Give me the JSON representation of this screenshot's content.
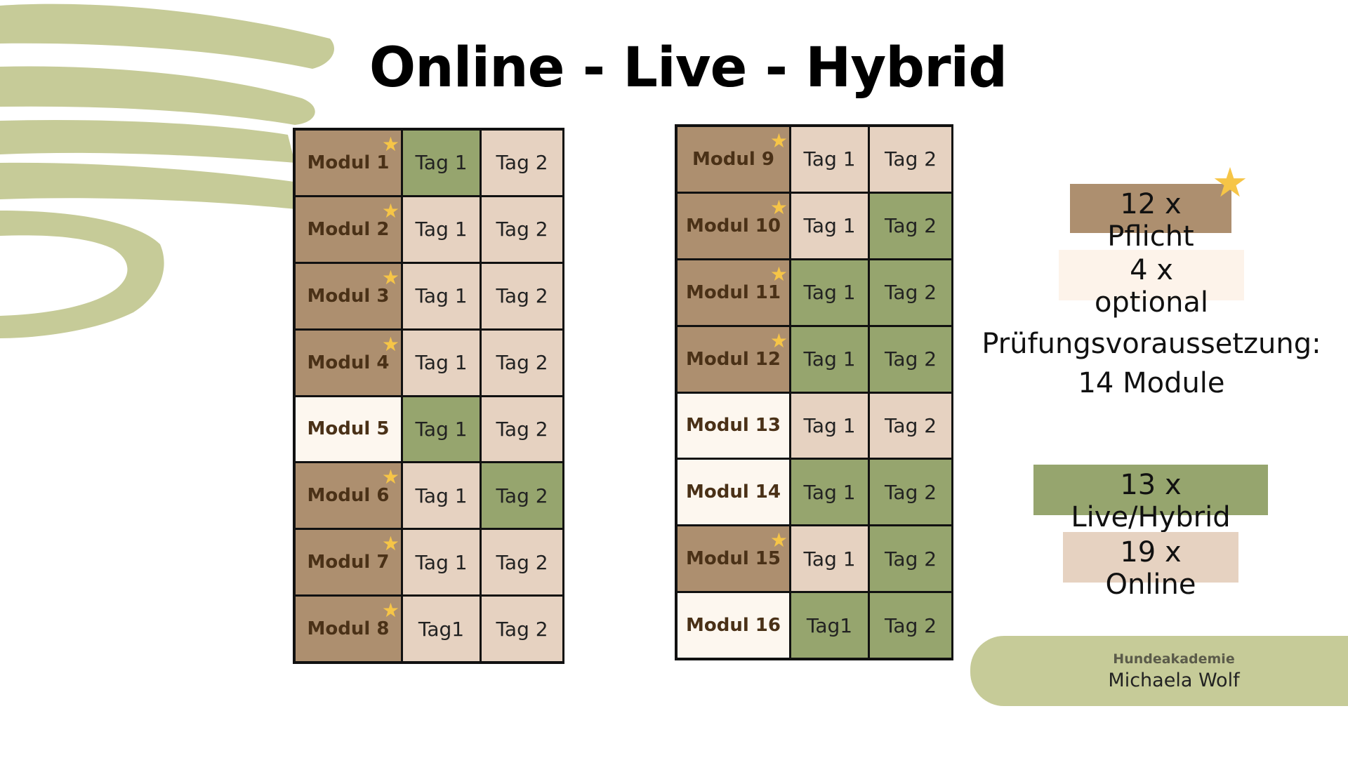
{
  "title": "Online - Live - Hybrid",
  "colors": {
    "pflicht": "#ad8f6f",
    "optional": "#fdf7ef",
    "online": "#e6d2c1",
    "live_hybrid": "#96a56e",
    "star": "#f6c547",
    "brush": "#c6cb98"
  },
  "modules_left": [
    {
      "name": "Modul 1",
      "type": "pflicht",
      "star": true,
      "day1": {
        "label": "Tag 1",
        "mode": "live"
      },
      "day2": {
        "label": "Tag 2",
        "mode": "online"
      }
    },
    {
      "name": "Modul 2",
      "type": "pflicht",
      "star": true,
      "day1": {
        "label": "Tag 1",
        "mode": "online"
      },
      "day2": {
        "label": "Tag 2",
        "mode": "online"
      }
    },
    {
      "name": "Modul 3",
      "type": "pflicht",
      "star": true,
      "day1": {
        "label": "Tag 1",
        "mode": "online"
      },
      "day2": {
        "label": "Tag 2",
        "mode": "online"
      }
    },
    {
      "name": "Modul 4",
      "type": "pflicht",
      "star": true,
      "day1": {
        "label": "Tag 1",
        "mode": "online"
      },
      "day2": {
        "label": "Tag 2",
        "mode": "online"
      }
    },
    {
      "name": "Modul 5",
      "type": "optional",
      "star": false,
      "day1": {
        "label": "Tag 1",
        "mode": "live"
      },
      "day2": {
        "label": "Tag 2",
        "mode": "online"
      }
    },
    {
      "name": "Modul 6",
      "type": "pflicht",
      "star": true,
      "day1": {
        "label": "Tag 1",
        "mode": "online"
      },
      "day2": {
        "label": "Tag 2",
        "mode": "live"
      }
    },
    {
      "name": "Modul 7",
      "type": "pflicht",
      "star": true,
      "day1": {
        "label": "Tag 1",
        "mode": "online"
      },
      "day2": {
        "label": "Tag 2",
        "mode": "online"
      }
    },
    {
      "name": "Modul 8",
      "type": "pflicht",
      "star": true,
      "day1": {
        "label": "Tag1",
        "mode": "online"
      },
      "day2": {
        "label": "Tag 2",
        "mode": "online"
      }
    }
  ],
  "modules_right": [
    {
      "name": "Modul 9",
      "type": "pflicht",
      "star": true,
      "day1": {
        "label": "Tag 1",
        "mode": "online"
      },
      "day2": {
        "label": "Tag 2",
        "mode": "online"
      }
    },
    {
      "name": "Modul 10",
      "type": "pflicht",
      "star": true,
      "day1": {
        "label": "Tag 1",
        "mode": "online"
      },
      "day2": {
        "label": "Tag 2",
        "mode": "live"
      }
    },
    {
      "name": "Modul 11",
      "type": "pflicht",
      "star": true,
      "day1": {
        "label": "Tag 1",
        "mode": "live"
      },
      "day2": {
        "label": "Tag 2",
        "mode": "live"
      }
    },
    {
      "name": "Modul 12",
      "type": "pflicht",
      "star": true,
      "day1": {
        "label": "Tag 1",
        "mode": "live"
      },
      "day2": {
        "label": "Tag 2",
        "mode": "live"
      }
    },
    {
      "name": "Modul 13",
      "type": "optional",
      "star": false,
      "day1": {
        "label": "Tag 1",
        "mode": "online"
      },
      "day2": {
        "label": "Tag 2",
        "mode": "online"
      }
    },
    {
      "name": "Modul 14",
      "type": "optional",
      "star": false,
      "day1": {
        "label": "Tag 1",
        "mode": "live"
      },
      "day2": {
        "label": "Tag 2",
        "mode": "live"
      }
    },
    {
      "name": "Modul 15",
      "type": "pflicht",
      "star": true,
      "day1": {
        "label": "Tag 1",
        "mode": "online"
      },
      "day2": {
        "label": "Tag 2",
        "mode": "live"
      }
    },
    {
      "name": "Modul 16",
      "type": "optional",
      "star": false,
      "day1": {
        "label": "Tag1",
        "mode": "live"
      },
      "day2": {
        "label": "Tag 2",
        "mode": "live"
      }
    }
  ],
  "legend": {
    "pflicht": "12 x Pflicht",
    "optional": "4 x optional",
    "live_hybrid": "13 x Live/Hybrid",
    "online": "19 x  Online"
  },
  "requirement": {
    "line1": "Prüfungsvoraussetzung:",
    "line2": "14 Module"
  },
  "footer": {
    "brand": "Hundeakademie",
    "name": "Michaela Wolf"
  }
}
